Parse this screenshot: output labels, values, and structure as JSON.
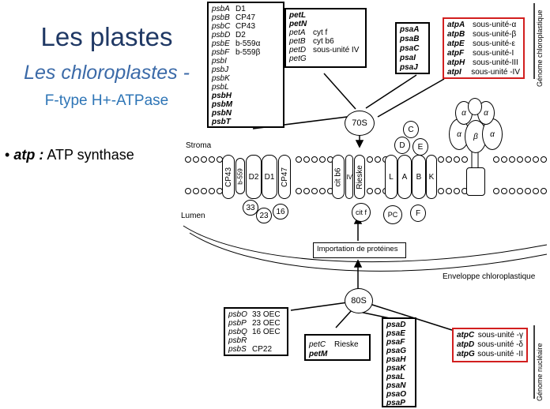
{
  "slide": {
    "title": "Les plastes",
    "subtitle": "Les chloroplastes -",
    "subtitle2": "F-type H+-ATPase",
    "bullet_term": "atp :",
    "bullet_text": " ATP synthase"
  },
  "diagram": {
    "ribosome_70s": "70S",
    "ribosome_80s": "80S",
    "stroma": "Stroma",
    "lumen": "Lumen",
    "import": "Importation de protéines",
    "envelope": "Enveloppe chloroplastique",
    "chloro_genome": "Génome chloroplastique",
    "nuclear_genome": "Génome nucléaire",
    "psII_genes": [
      {
        "g": "psbA",
        "d": "D1"
      },
      {
        "g": "psbB",
        "d": "CP47"
      },
      {
        "g": "psbC",
        "d": "CP43"
      },
      {
        "g": "psbD",
        "d": "D2"
      },
      {
        "g": "psbE",
        "d": "b-559α"
      },
      {
        "g": "psbF",
        "d": "b-559β"
      },
      {
        "g": "psbI",
        "d": ""
      },
      {
        "g": "psbJ",
        "d": ""
      },
      {
        "g": "psbK",
        "d": ""
      },
      {
        "g": "psbL",
        "d": ""
      },
      {
        "g": "psbH",
        "d": ""
      },
      {
        "g": "psbM",
        "d": ""
      },
      {
        "g": "psbN",
        "d": ""
      },
      {
        "g": "psbT",
        "d": ""
      }
    ],
    "pet_genes": [
      {
        "g": "petL",
        "d": ""
      },
      {
        "g": "petN",
        "d": ""
      },
      {
        "g": "petA",
        "d": "cyt f"
      },
      {
        "g": "petB",
        "d": "cyt b6"
      },
      {
        "g": "petD",
        "d": "sous-unité IV"
      },
      {
        "g": "petG",
        "d": ""
      }
    ],
    "psa_chloro": [
      "psaA",
      "psaB",
      "psaC",
      "psaI",
      "psaJ"
    ],
    "atp_chloro": [
      {
        "g": "atpA",
        "d": "sous-unité-α"
      },
      {
        "g": "atpB",
        "d": "sous-unité-β"
      },
      {
        "g": "atpE",
        "d": "sous-unité-ε"
      },
      {
        "g": "atpF",
        "d": "sous-unité-I"
      },
      {
        "g": "atpH",
        "d": "sous-unité-III"
      },
      {
        "g": "atpI",
        "d": "sous-unité -IV"
      }
    ],
    "psb_nuclear": [
      {
        "g": "psbO",
        "d": "33 OEC"
      },
      {
        "g": "psbP",
        "d": "23 OEC"
      },
      {
        "g": "psbQ",
        "d": "16 OEC"
      },
      {
        "g": "psbR",
        "d": ""
      },
      {
        "g": "psbS",
        "d": "CP22"
      }
    ],
    "pet_nuclear": [
      {
        "g": "petC",
        "d": "Rieske"
      },
      {
        "g": "petM",
        "d": ""
      }
    ],
    "psa_nuclear": [
      "psaD",
      "psaE",
      "psaF",
      "psaG",
      "psaH",
      "psaK",
      "psaL",
      "psaN",
      "psaO",
      "psaP"
    ],
    "atp_nuclear": [
      {
        "g": "atpC",
        "d": "sous-unité -γ"
      },
      {
        "g": "atpD",
        "d": "sous-unité -δ"
      },
      {
        "g": "atpG",
        "d": "sous-unité -II"
      }
    ],
    "complexes": {
      "cp43": "CP43",
      "b559": "b-559",
      "d2": "D2",
      "d1": "D1",
      "cp47": "CP47",
      "cytb6": "cit b6",
      "iv": "IV",
      "rieske": "Rieske",
      "cytf": "cit f",
      "pc": "PC",
      "l": "L",
      "a": "A",
      "b": "B",
      "k": "K",
      "d": "D",
      "c": "C",
      "e": "E",
      "f": "F",
      "o33": "33",
      "o23": "23",
      "o16": "16",
      "alpha": "α",
      "beta": "β"
    }
  }
}
